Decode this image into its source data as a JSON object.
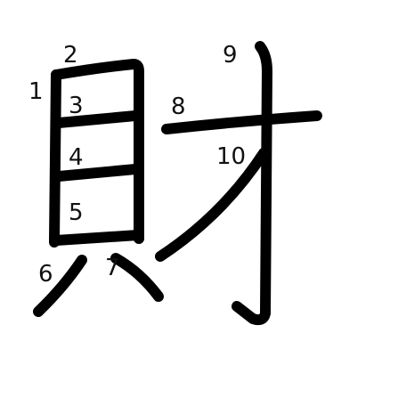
{
  "character": "財",
  "stroke_color": "#000000",
  "background": "#ffffff",
  "stroke_numbers": [
    "1",
    "2",
    "3",
    "4",
    "5",
    "6",
    "7",
    "8",
    "9",
    "10"
  ]
}
